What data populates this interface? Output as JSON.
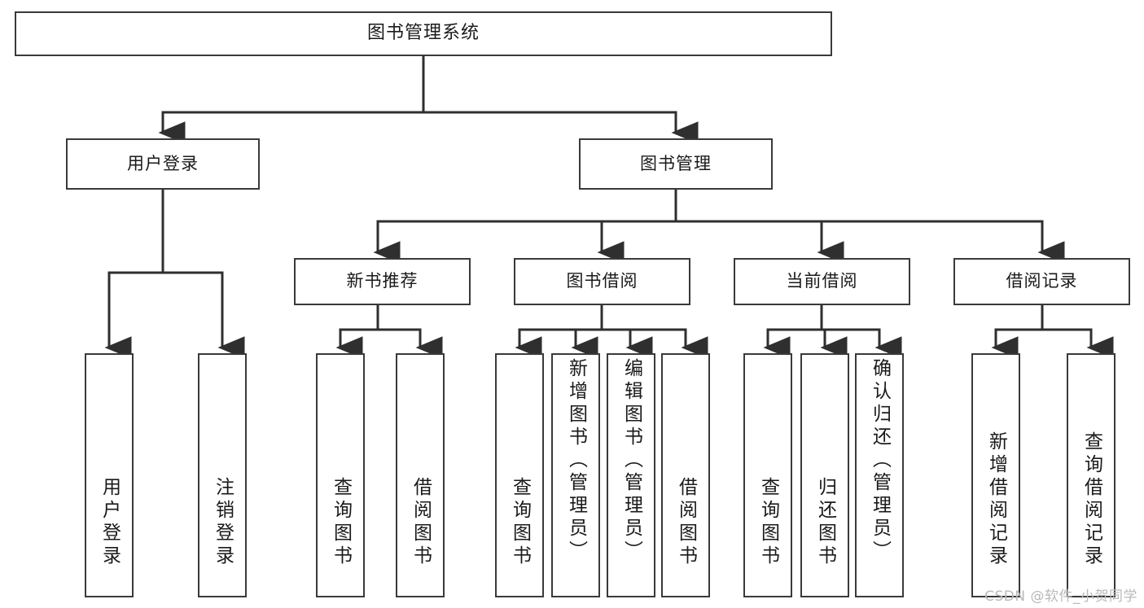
{
  "diagram": {
    "title": "图书管理系统",
    "type": "hierarchy-tree",
    "colors": {
      "box_border": "#3a3a3a",
      "box_fill": "#ffffff",
      "edge": "#2f2f2f",
      "text": "#1a1a1a",
      "watermark": "#b9b9b9"
    },
    "root": {
      "label": "图书管理系统"
    },
    "level2": [
      {
        "label": "用户登录"
      },
      {
        "label": "图书管理"
      }
    ],
    "level3": [
      {
        "label": "新书推荐"
      },
      {
        "label": "图书借阅"
      },
      {
        "label": "当前借阅"
      },
      {
        "label": "借阅记录"
      }
    ],
    "leaves": {
      "user_login": [
        {
          "label": "用户登录"
        },
        {
          "label": "注销登录"
        }
      ],
      "new_book_recommend": [
        {
          "label": "查询图书"
        },
        {
          "label": "借阅图书"
        }
      ],
      "book_borrow": [
        {
          "label": "查询图书"
        },
        {
          "label": "新增图书（管理员）"
        },
        {
          "label": "编辑图书（管理员）"
        },
        {
          "label": "借阅图书"
        }
      ],
      "current_borrow": [
        {
          "label": "查询图书"
        },
        {
          "label": "归还图书"
        },
        {
          "label": "确认归还（管理员）"
        }
      ],
      "borrow_record": [
        {
          "label": "新增借阅记录"
        },
        {
          "label": "查询借阅记录"
        }
      ]
    }
  },
  "watermark": {
    "text": "CSDN @软件_小贺同学"
  }
}
